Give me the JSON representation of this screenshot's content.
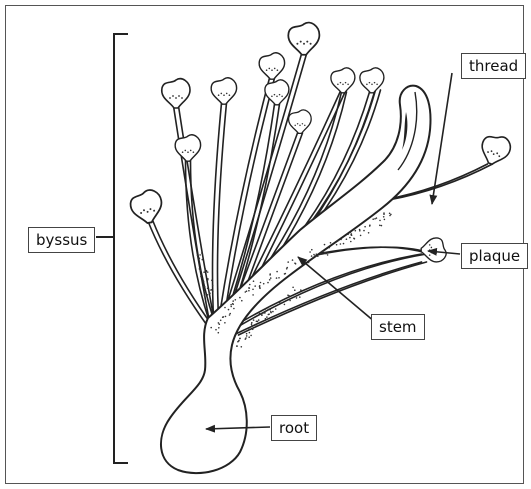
{
  "labels": {
    "byssus": "byssus",
    "thread": "thread",
    "plaque": "plaque",
    "stem": "stem",
    "root": "root"
  },
  "colors": {
    "line": "#222222",
    "fill": "#ffffff",
    "stipple": "#333333",
    "frame": "#555555"
  }
}
